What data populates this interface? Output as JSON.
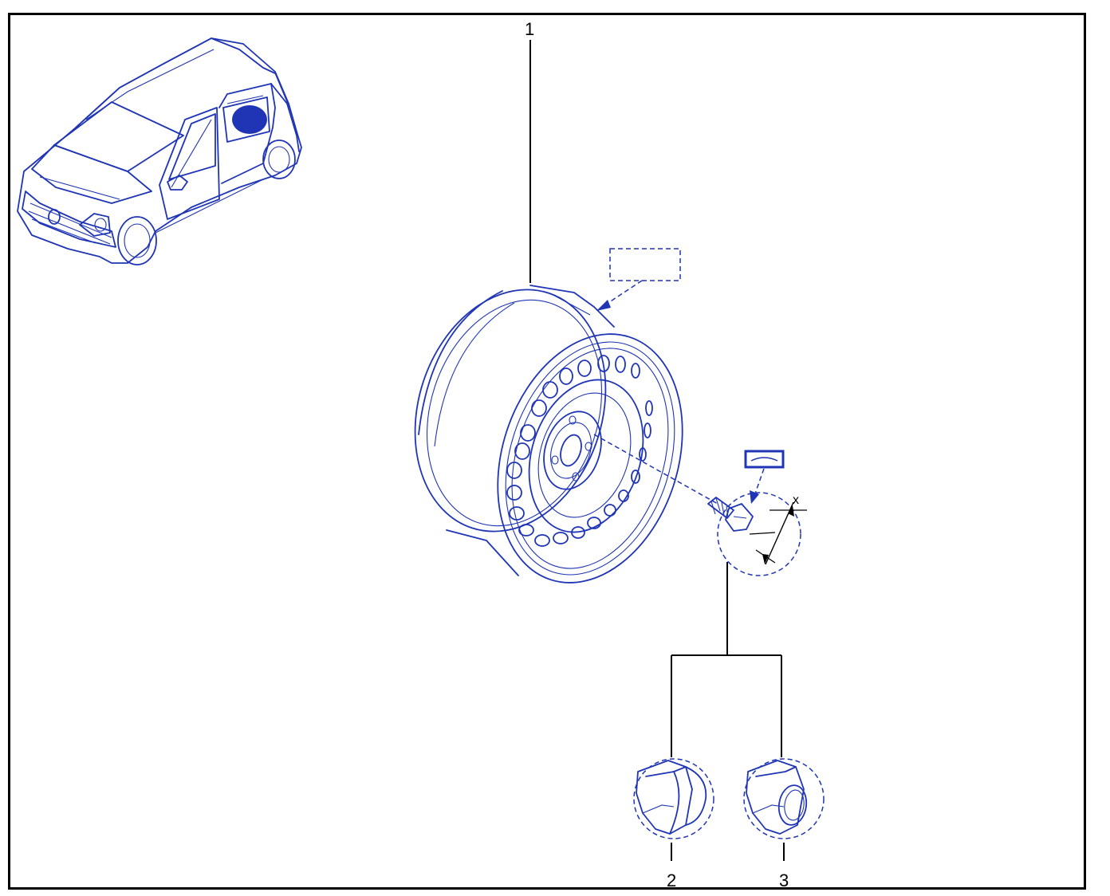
{
  "diagram": {
    "callouts": [
      {
        "id": "1",
        "label": "1"
      },
      {
        "id": "2",
        "label": "2"
      },
      {
        "id": "3",
        "label": "3"
      }
    ],
    "dimension_label": "x",
    "colors": {
      "line": "#1f35b5",
      "leader": "#000000",
      "frame": "#000000"
    }
  }
}
